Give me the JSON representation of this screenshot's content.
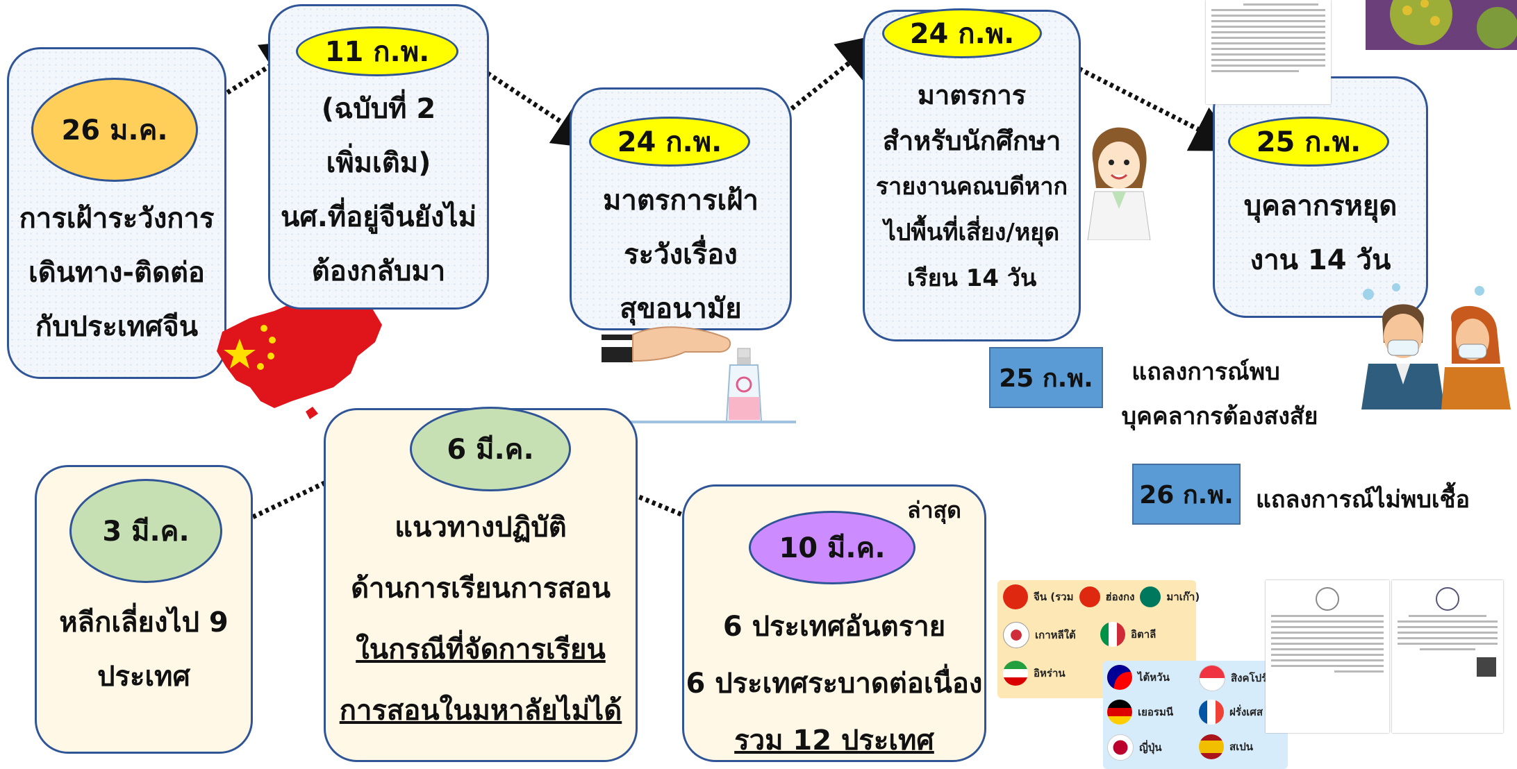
{
  "nodes": [
    {
      "date": "26 ม.ค.",
      "lines": [
        "การเฝ้าระวังการ",
        "เดินทาง-ติดต่อ",
        "กับประเทศจีน"
      ]
    },
    {
      "date": "11 ก.พ.",
      "lines": [
        "(ฉบับที่ 2",
        "เพิ่มเติม)",
        "นศ.ที่อยู่จีนยังไม่",
        "ต้องกลับมา"
      ]
    },
    {
      "date": "24 ก.พ.",
      "lines": [
        "มาตรการเฝ้า",
        "ระวังเรื่อง",
        "สุขอนามัย"
      ]
    },
    {
      "date": "24 ก.พ.",
      "lines": [
        "มาตรการ",
        "สำหรับนักศึกษา",
        "รายงานคณบดีหาก",
        "ไปพื้นที่เสี่ยง/หยุด",
        "เรียน 14 วัน"
      ]
    },
    {
      "date": "25 ก.พ.",
      "lines": [
        "บุคลากรหยุด",
        "งาน 14 วัน"
      ]
    },
    {
      "date": "3 มี.ค.",
      "lines": [
        "หลีกเลี่ยงไป 9",
        "ประเทศ"
      ]
    },
    {
      "date": "6 มี.ค.",
      "lines": [
        "แนวทางปฏิบัติ",
        "ด้านการเรียนการสอน",
        "ในกรณีที่จัดการเรียน",
        "การสอนในมหาลัยไม่ได้"
      ]
    },
    {
      "date": "10 มี.ค.",
      "badge": "ล่าสุด",
      "lines": [
        "6 ประเทศอันตราย",
        "6 ประเทศระบาดต่อเนื่อง",
        "รวม 12 ประเทศ"
      ]
    }
  ],
  "statements": [
    {
      "date": "25 ก.พ.",
      "text_lines": [
        "แถลงการณ์พบ",
        "บุคคลากรต้องสงสัย"
      ]
    },
    {
      "date": "26 ก.พ.",
      "text": "แถลงการณ์ไม่พบเชื้อ"
    }
  ],
  "countries": {
    "panel_a": [
      "จีน (รวม",
      "ฮ่องกง",
      "มาเก๊า)",
      "เกาหลีใต้",
      "อิตาลี",
      "อิหร่าน"
    ],
    "panel_b": [
      "ไต้หวัน",
      "สิงคโปร์",
      "เยอรมนี",
      "ฝรั่งเศส",
      "ญี่ปุ่น",
      "สเปน"
    ]
  },
  "colors": {
    "border": "#2f5597",
    "yellow": "#ffff00",
    "orange": "#ffcf5a",
    "green": "#c6e0b4",
    "purple": "#cc8cff",
    "tag": "#5b9bd5"
  }
}
